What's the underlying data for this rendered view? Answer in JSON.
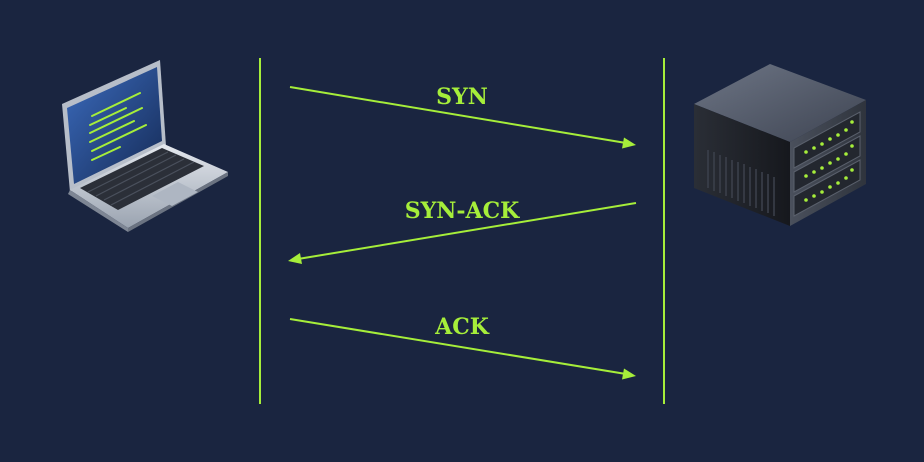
{
  "colors": {
    "background": "#1a2540",
    "accent": "#a6ee3a"
  },
  "icons": {
    "client": "laptop-icon",
    "server": "server-icon"
  },
  "diagram": {
    "type": "tcp-three-way-handshake",
    "messages": [
      {
        "label": "SYN",
        "direction": "client-to-server"
      },
      {
        "label": "SYN-ACK",
        "direction": "server-to-client"
      },
      {
        "label": "ACK",
        "direction": "client-to-server"
      }
    ]
  }
}
